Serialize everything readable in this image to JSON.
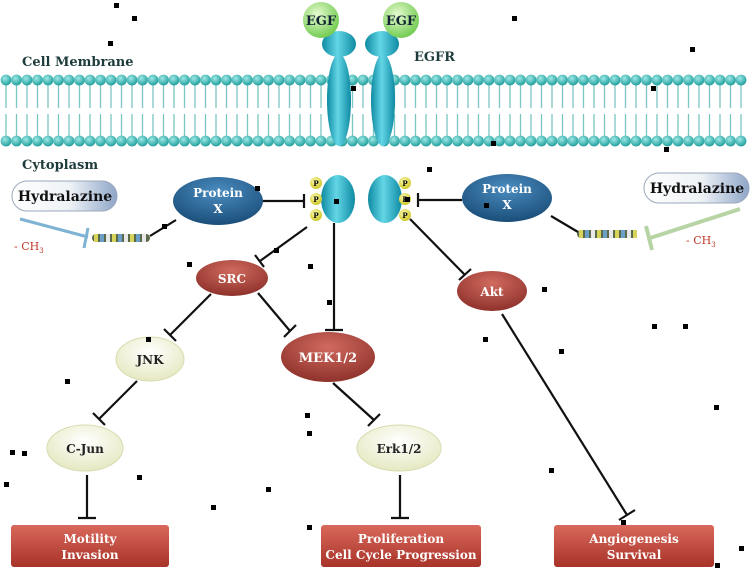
{
  "labels": {
    "cell_membrane": "Cell Membrane",
    "cytoplasm": "Cytoplasm",
    "egfr": "EGFR",
    "egf_left": "EGF",
    "egf_right": "EGF",
    "phospho": "P",
    "protein_x_left_1": "Protein",
    "protein_x_left_2": "X",
    "protein_x_right_1": "Protein",
    "protein_x_right_2": "X",
    "hydralazine_left": "Hydralazine",
    "hydralazine_right": "Hydralazine",
    "methyl_left": "- CH",
    "methyl_right": "- CH",
    "methyl_sub": "3",
    "src": "SRC",
    "mek": "MEK1/2",
    "akt": "Akt",
    "jnk": "JNK",
    "cjun": "C-Jun",
    "erk": "Erk1/2",
    "outcome_motility_1": "Motility",
    "outcome_motility_2": "Invasion",
    "outcome_prolif_1": "Proliferation",
    "outcome_prolif_2": "Cell Cycle Progression",
    "outcome_angio_1": "Angiogenesis",
    "outcome_angio_2": "Survival"
  },
  "colors": {
    "receptor": "#27b4c9",
    "membrane_head": "#2bb6b3",
    "egf": "#8fd66b",
    "protein_x": "#1f5e8f",
    "red_node": "#a3403a",
    "light_node": "#f3f4d8",
    "outcome_box": "#c9473b",
    "phospho": "#e4e236"
  }
}
